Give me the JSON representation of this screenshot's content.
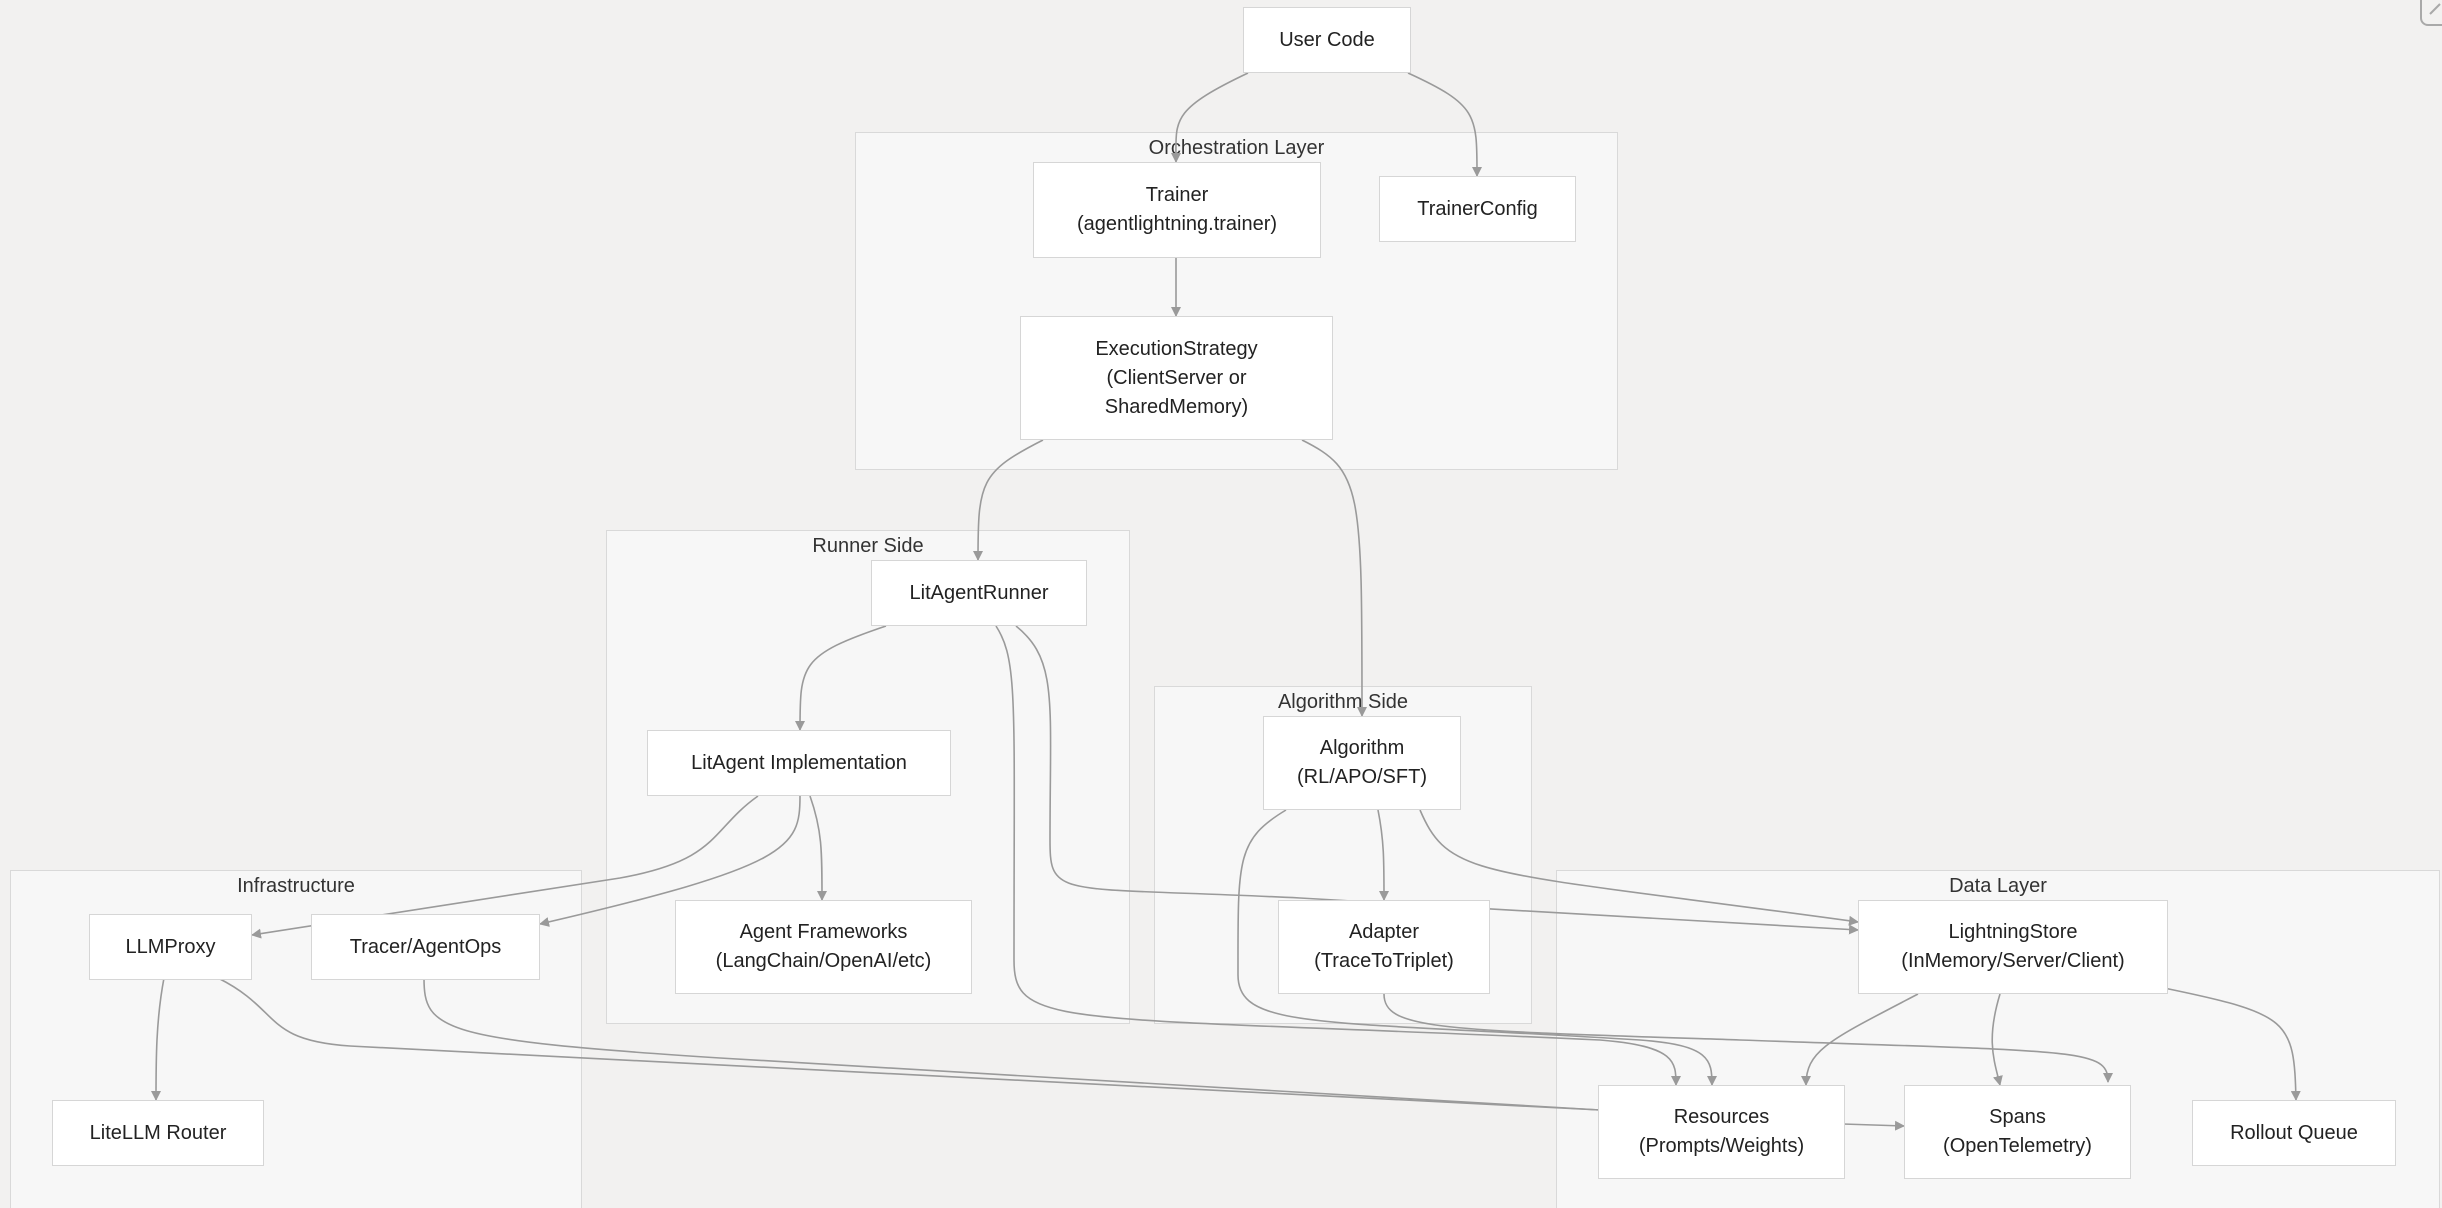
{
  "diagram": {
    "groups": [
      {
        "id": "orchestration",
        "label": "Orchestration Layer"
      },
      {
        "id": "runner",
        "label": "Runner Side"
      },
      {
        "id": "algorithm",
        "label": "Algorithm Side"
      },
      {
        "id": "infrastructure",
        "label": "Infrastructure"
      },
      {
        "id": "data",
        "label": "Data Layer"
      }
    ],
    "nodes": [
      {
        "id": "user_code",
        "label": "User Code"
      },
      {
        "id": "trainer",
        "label": "Trainer\n(agentlightning.trainer)"
      },
      {
        "id": "trainer_config",
        "label": "TrainerConfig"
      },
      {
        "id": "execution_strategy",
        "label": "ExecutionStrategy\n(ClientServer or\nSharedMemory)"
      },
      {
        "id": "lit_agent_runner",
        "label": "LitAgentRunner"
      },
      {
        "id": "lit_agent_impl",
        "label": "LitAgent Implementation"
      },
      {
        "id": "agent_frameworks",
        "label": "Agent Frameworks\n(LangChain/OpenAI/etc)"
      },
      {
        "id": "algorithm",
        "label": "Algorithm\n(RL/APO/SFT)"
      },
      {
        "id": "adapter",
        "label": "Adapter\n(TraceToTriplet)"
      },
      {
        "id": "llm_proxy",
        "label": "LLMProxy"
      },
      {
        "id": "tracer",
        "label": "Tracer/AgentOps"
      },
      {
        "id": "litellm_router",
        "label": "LiteLLM Router"
      },
      {
        "id": "lightning_store",
        "label": "LightningStore\n(InMemory/Server/Client)"
      },
      {
        "id": "resources",
        "label": "Resources\n(Prompts/Weights)"
      },
      {
        "id": "spans",
        "label": "Spans\n(OpenTelemetry)"
      },
      {
        "id": "rollout_queue",
        "label": "Rollout Queue"
      }
    ],
    "edges": [
      {
        "from": "user_code",
        "to": "trainer"
      },
      {
        "from": "user_code",
        "to": "trainer_config"
      },
      {
        "from": "trainer",
        "to": "execution_strategy"
      },
      {
        "from": "execution_strategy",
        "to": "lit_agent_runner"
      },
      {
        "from": "execution_strategy",
        "to": "algorithm"
      },
      {
        "from": "lit_agent_runner",
        "to": "lit_agent_impl"
      },
      {
        "from": "lit_agent_runner",
        "to": "lightning_store"
      },
      {
        "from": "lit_agent_runner",
        "to": "resources"
      },
      {
        "from": "lit_agent_impl",
        "to": "agent_frameworks"
      },
      {
        "from": "lit_agent_impl",
        "to": "llm_proxy"
      },
      {
        "from": "lit_agent_impl",
        "to": "tracer"
      },
      {
        "from": "algorithm",
        "to": "adapter"
      },
      {
        "from": "algorithm",
        "to": "lightning_store"
      },
      {
        "from": "algorithm",
        "to": "resources"
      },
      {
        "from": "adapter",
        "to": "spans"
      },
      {
        "from": "llm_proxy",
        "to": "litellm_router"
      },
      {
        "from": "llm_proxy",
        "to": "resources"
      },
      {
        "from": "tracer",
        "to": "spans"
      },
      {
        "from": "lightning_store",
        "to": "resources"
      },
      {
        "from": "lightning_store",
        "to": "spans"
      },
      {
        "from": "lightning_store",
        "to": "rollout_queue"
      },
      {
        "from": "resources",
        "to": "spans"
      }
    ],
    "colors": {
      "background": "#f2f1f0",
      "group_fill": "#f7f7f7",
      "group_border": "#d9d9d9",
      "node_fill": "#ffffff",
      "node_border": "#d6d6d6",
      "edge": "#9a9a9a",
      "text": "#222222"
    },
    "corner_icon": "expand-icon"
  }
}
